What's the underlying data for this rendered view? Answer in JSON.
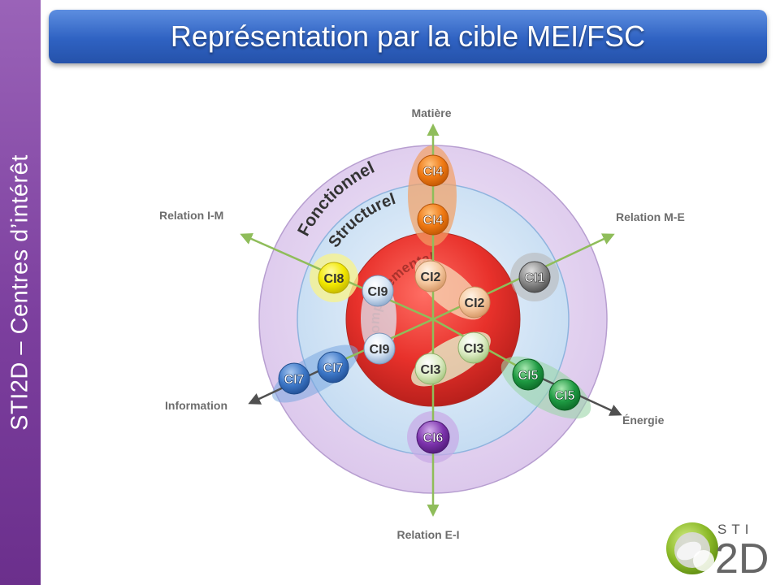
{
  "sidebar": {
    "text": "STI2D – Centres d’intérêt"
  },
  "banner": {
    "title": "Représentation par la cible MEI/FSC"
  },
  "diagram": {
    "axes": {
      "matiere": "Matière",
      "relation_me": "Relation M-E",
      "energie": "Énergie",
      "relation_ei": "Relation E-I",
      "information": "Information",
      "relation_im": "Relation I-M"
    },
    "rings": {
      "fonctionnel": "Fonctionnel",
      "structurel": "Structurel",
      "comportemental": "Comportemental"
    },
    "nodes": [
      "CI4",
      "CI4",
      "CI2",
      "CI2",
      "CI1",
      "CI8",
      "CI9",
      "CI9",
      "CI3",
      "CI3",
      "CI7",
      "CI7",
      "CI5",
      "CI5",
      "CI6"
    ]
  },
  "logo": {
    "top": "STI",
    "main": "2D"
  }
}
